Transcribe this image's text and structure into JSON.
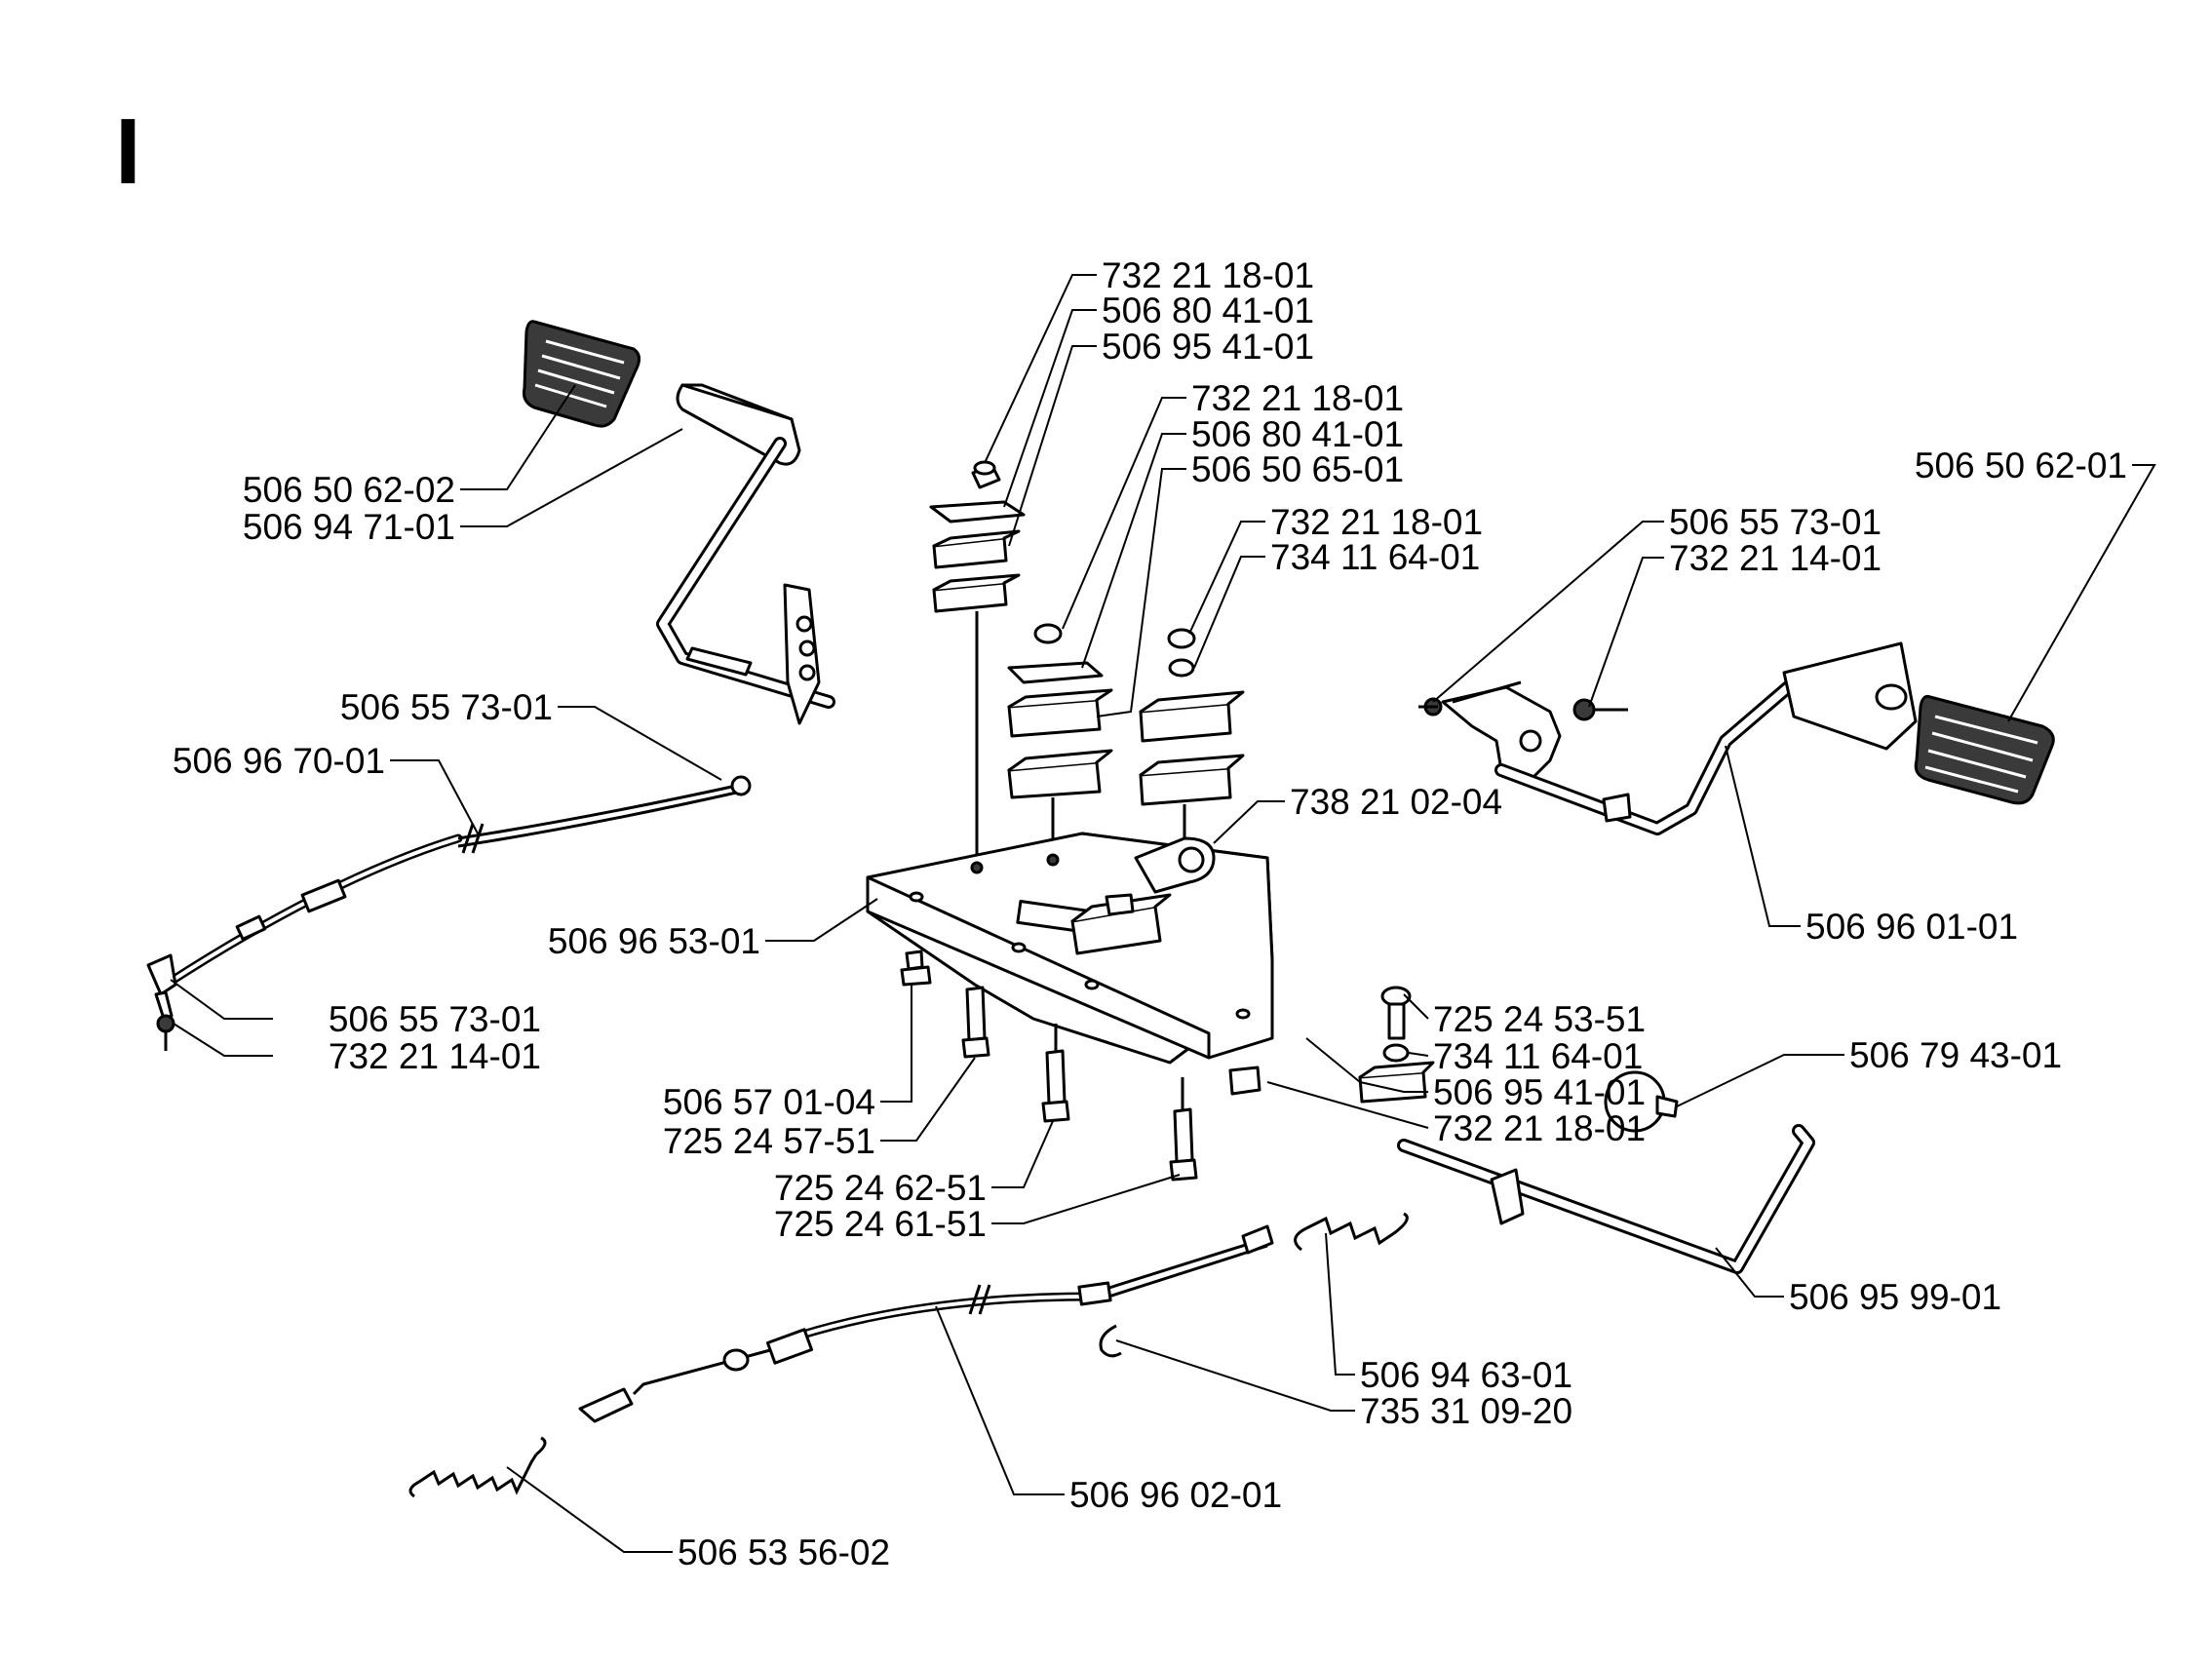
{
  "section_letter": "I",
  "parts": [
    {
      "id": "p1",
      "label": "732 21 18-01"
    },
    {
      "id": "p2",
      "label": "506 80 41-01"
    },
    {
      "id": "p3",
      "label": "506 95 41-01"
    },
    {
      "id": "p4",
      "label": "732 21 18-01"
    },
    {
      "id": "p5",
      "label": "506 80 41-01"
    },
    {
      "id": "p6",
      "label": "506 50 65-01"
    },
    {
      "id": "p7",
      "label": "732 21 18-01"
    },
    {
      "id": "p8",
      "label": "734 11 64-01"
    },
    {
      "id": "p9",
      "label": "506 50 62-02"
    },
    {
      "id": "p10",
      "label": "506 94 71-01"
    },
    {
      "id": "p11",
      "label": "506 55 73-01"
    },
    {
      "id": "p12",
      "label": "506 96 70-01"
    },
    {
      "id": "p13",
      "label": "506 50 62-01"
    },
    {
      "id": "p14",
      "label": "506 55 73-01"
    },
    {
      "id": "p15",
      "label": "732 21 14-01"
    },
    {
      "id": "p16",
      "label": "738 21 02-04"
    },
    {
      "id": "p17",
      "label": "506 96 53-01"
    },
    {
      "id": "p18",
      "label": "506 96 01-01"
    },
    {
      "id": "p19",
      "label": "506 55 73-01"
    },
    {
      "id": "p20",
      "label": "732 21 14-01"
    },
    {
      "id": "p21",
      "label": "725 24 53-51"
    },
    {
      "id": "p22",
      "label": "734 11 64-01"
    },
    {
      "id": "p23",
      "label": "506 95 41-01"
    },
    {
      "id": "p24",
      "label": "506 79 43-01"
    },
    {
      "id": "p25",
      "label": "732 21 18-01"
    },
    {
      "id": "p26",
      "label": "506 57 01-04"
    },
    {
      "id": "p27",
      "label": "725 24 57-51"
    },
    {
      "id": "p28",
      "label": "725 24 62-51"
    },
    {
      "id": "p29",
      "label": "725 24 61-51"
    },
    {
      "id": "p30",
      "label": "506 95 99-01"
    },
    {
      "id": "p31",
      "label": "506 94 63-01"
    },
    {
      "id": "p32",
      "label": "735 31 09-20"
    },
    {
      "id": "p33",
      "label": "506 96 02-01"
    },
    {
      "id": "p34",
      "label": "506 53 56-02"
    }
  ]
}
